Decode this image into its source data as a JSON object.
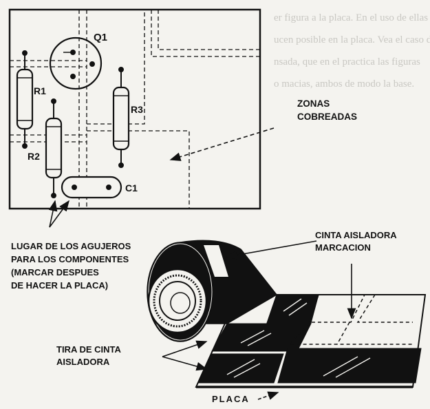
{
  "background_text": [
    "er figura a la placa. En el uso de ellas cinta",
    "ucen posible en la placa. Vea el caso de las de",
    "nsada, que en el practica las figuras",
    "o macias, ambos de modo la base."
  ],
  "components": {
    "q1": "Q1",
    "r1": "R1",
    "r2": "R2",
    "r3": "R3",
    "c1": "C1"
  },
  "labels": {
    "zonas_line1": "ZONAS",
    "zonas_line2": "COBREADAS",
    "holes_line1": "LUGAR DE LOS AGUJEROS",
    "holes_line2": "PARA LOS COMPONENTES",
    "holes_line3": "(MARCAR DESPUES",
    "holes_line4": "DE HACER LA PLACA)",
    "cinta_line1": "CINTA AISLADORA",
    "cinta_line2": "MARCACION",
    "tira_line1": "TIRA DE CINTA",
    "tira_line2": "AISLADORA",
    "placa": "PLACA"
  },
  "colors": {
    "ink": "#111111",
    "paper": "#f4f3ef",
    "faint_text": "#c9c8c3"
  }
}
